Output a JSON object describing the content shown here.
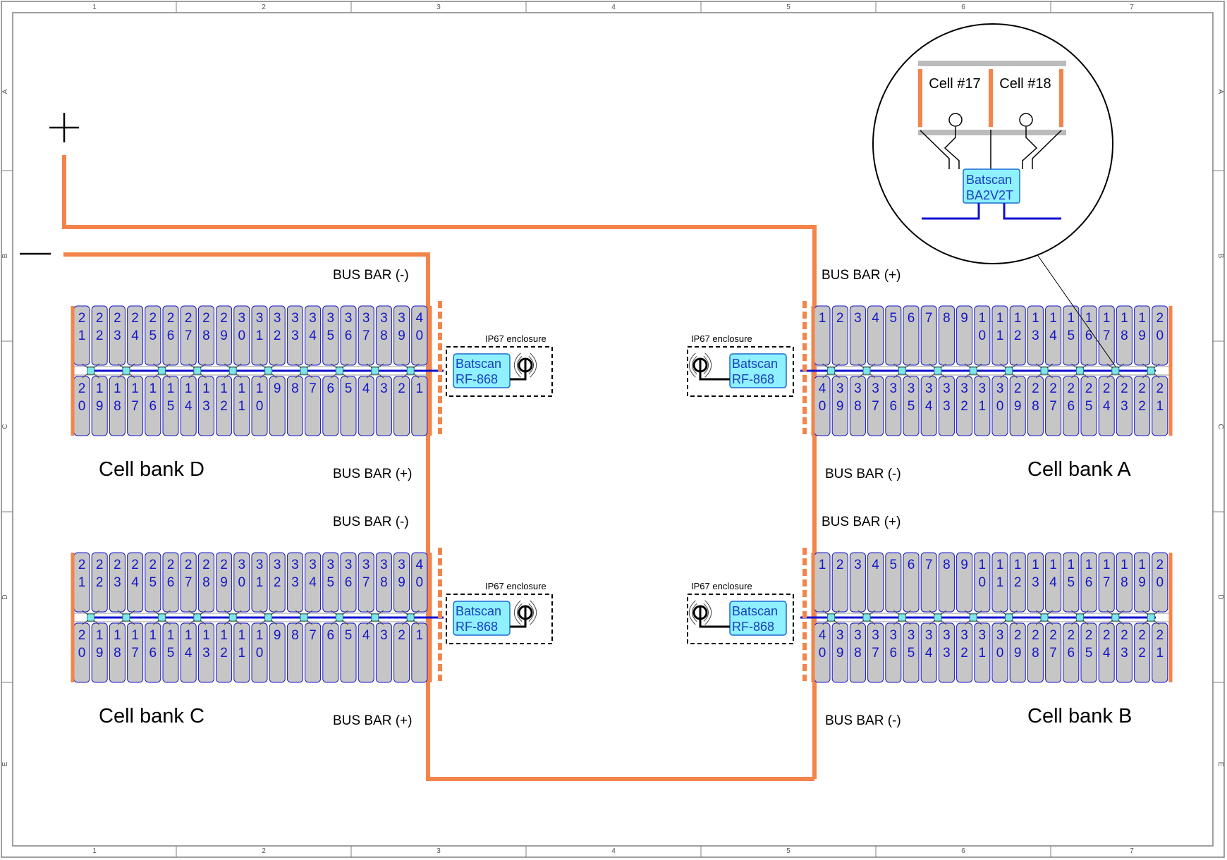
{
  "frame": {
    "columns": [
      "1",
      "2",
      "3",
      "4",
      "5",
      "6",
      "7"
    ],
    "rows": [
      "A",
      "B",
      "C",
      "D",
      "E"
    ]
  },
  "terminals": {
    "plus": "+",
    "minus": "—"
  },
  "labels": {
    "busbar_minus": "BUS BAR (-)",
    "busbar_plus": "BUS BAR (+)",
    "enclosure": "IP67 enclosure",
    "module_line1": "Batscan",
    "module_line2": "RF-868"
  },
  "banks": [
    {
      "id": "D",
      "name": "Cell bank D",
      "top_busbar": "BUS BAR (-)",
      "bottom_busbar": "BUS BAR (+)",
      "top_cells": [
        "21",
        "22",
        "23",
        "24",
        "25",
        "26",
        "27",
        "28",
        "29",
        "30",
        "31",
        "32",
        "33",
        "34",
        "35",
        "36",
        "37",
        "38",
        "39",
        "40"
      ],
      "bottom_cells": [
        "20",
        "19",
        "18",
        "17",
        "16",
        "15",
        "14",
        "13",
        "12",
        "11",
        "10",
        "9",
        "8",
        "7",
        "6",
        "5",
        "4",
        "3",
        "2",
        "1"
      ]
    },
    {
      "id": "A",
      "name": "Cell bank A",
      "top_busbar": "BUS BAR (+)",
      "bottom_busbar": "BUS BAR (-)",
      "top_cells": [
        "1",
        "2",
        "3",
        "4",
        "5",
        "6",
        "7",
        "8",
        "9",
        "10",
        "11",
        "12",
        "13",
        "14",
        "15",
        "16",
        "17",
        "18",
        "19",
        "20"
      ],
      "bottom_cells": [
        "40",
        "39",
        "38",
        "37",
        "36",
        "35",
        "34",
        "33",
        "32",
        "31",
        "30",
        "29",
        "28",
        "27",
        "26",
        "25",
        "24",
        "23",
        "22",
        "21"
      ]
    },
    {
      "id": "C",
      "name": "Cell bank C",
      "top_busbar": "BUS BAR (-)",
      "bottom_busbar": "BUS BAR (+)",
      "top_cells": [
        "21",
        "22",
        "23",
        "24",
        "25",
        "26",
        "27",
        "28",
        "29",
        "30",
        "31",
        "32",
        "33",
        "34",
        "35",
        "36",
        "37",
        "38",
        "39",
        "40"
      ],
      "bottom_cells": [
        "20",
        "19",
        "18",
        "17",
        "16",
        "15",
        "14",
        "13",
        "12",
        "11",
        "10",
        "9",
        "8",
        "7",
        "6",
        "5",
        "4",
        "3",
        "2",
        "1"
      ]
    },
    {
      "id": "B",
      "name": "Cell bank B",
      "top_busbar": "BUS BAR (+)",
      "bottom_busbar": "BUS BAR (-)",
      "top_cells": [
        "1",
        "2",
        "3",
        "4",
        "5",
        "6",
        "7",
        "8",
        "9",
        "10",
        "11",
        "12",
        "13",
        "14",
        "15",
        "16",
        "17",
        "18",
        "19",
        "20"
      ],
      "bottom_cells": [
        "40",
        "39",
        "38",
        "37",
        "36",
        "35",
        "34",
        "33",
        "32",
        "31",
        "30",
        "29",
        "28",
        "27",
        "26",
        "25",
        "24",
        "23",
        "22",
        "21"
      ]
    }
  ],
  "detail": {
    "cell_a": "Cell #17",
    "cell_b": "Cell #18",
    "module_line1": "Batscan",
    "module_line2": "BA2V2T"
  },
  "colors": {
    "cable": "#f4844a",
    "cell_fill": "#c6c6c6",
    "cell_border": "#1515cc",
    "cell_text": "#1515cc",
    "bus_line": "#1010d0",
    "module_fill": "#8ff0ff",
    "module_border": "#1a6ad0",
    "connector": "#7fe6e6"
  }
}
